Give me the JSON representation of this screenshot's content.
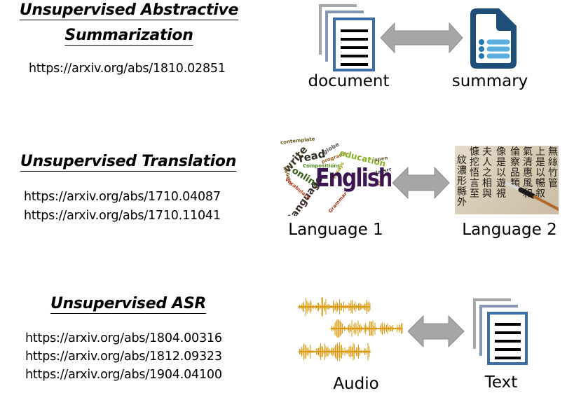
{
  "sections": [
    {
      "title_lines": [
        "Unsupervised Abstractive",
        "Summarization"
      ],
      "links": [
        "https://arxiv.org/abs/1810.02851"
      ],
      "left_label": "document",
      "right_label": "summary",
      "left_icon": "stacked-document-icon",
      "right_icon": "summary-document-icon"
    },
    {
      "title_lines": [
        "Unsupervised Translation"
      ],
      "links": [
        "https://arxiv.org/abs/1710.04087",
        "https://arxiv.org/abs/1710.11041"
      ],
      "left_label": "Language 1",
      "right_label": "Language 2",
      "left_icon": "english-word-cloud-image",
      "right_icon": "chinese-calligraphy-image"
    },
    {
      "title_lines": [
        "Unsupervised ASR"
      ],
      "links": [
        "https://arxiv.org/abs/1804.00316",
        "https://arxiv.org/abs/1812.09323",
        "https://arxiv.org/abs/1904.04100"
      ],
      "left_label": "Audio",
      "right_label": "Text",
      "left_icon": "audio-waveform-icon",
      "right_icon": "stacked-document-icon"
    }
  ],
  "wordcloud": {
    "main": "English",
    "words": [
      "contemplate",
      "write",
      "read",
      "online",
      "language",
      "programs",
      "Compositions",
      "education",
      "Essays",
      "globe",
      "open",
      "classroom",
      "test",
      "believe",
      "Vocabulary",
      "Grammar"
    ]
  },
  "calligraphy": {
    "columns": [
      "紋濃形縣外",
      "慷挖悟言至",
      "夫人之相與",
      "像是以遊視",
      "倫察品類",
      "氣清惠風和",
      "上是以暢叙",
      "無絲竹管"
    ]
  },
  "colors": {
    "arrow": "#a6a6a6",
    "doc_border": "#3e6ea8",
    "summary_dark": "#1f4e79",
    "summary_light": "#5aaee0",
    "waveform": "#d89b12"
  }
}
